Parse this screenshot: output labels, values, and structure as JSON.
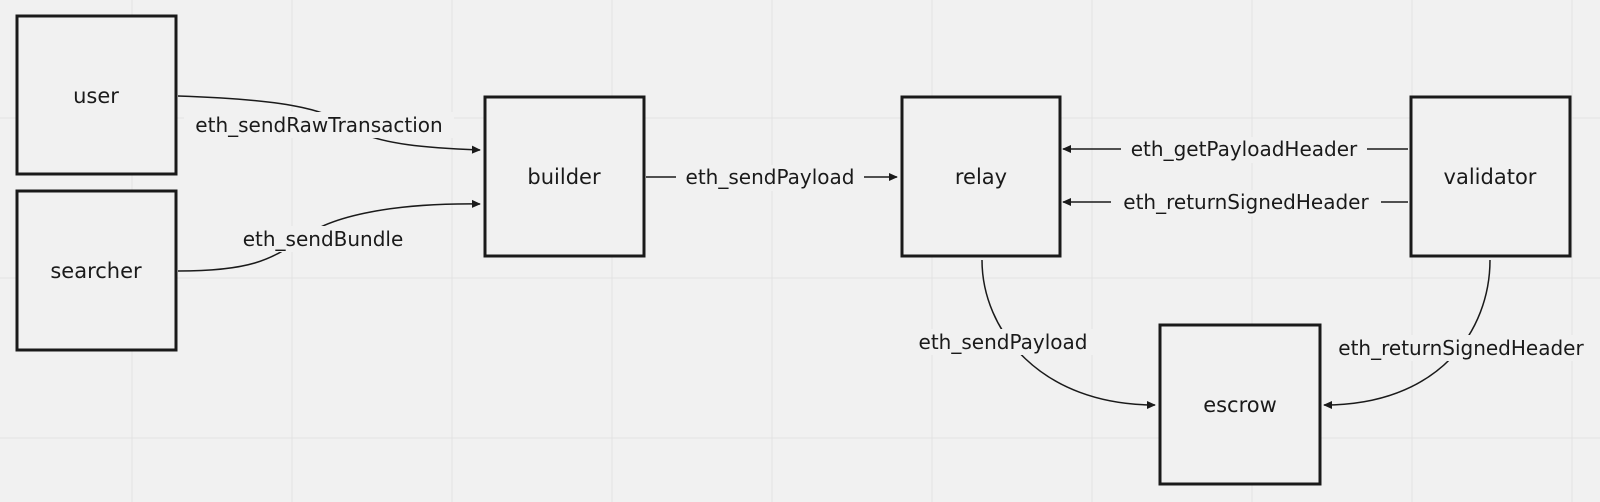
{
  "colors": {
    "background": "#f1f1f1",
    "grid": "#e2e2e2",
    "stroke": "#1a1a1a"
  },
  "nodes": {
    "user": "user",
    "searcher": "searcher",
    "builder": "builder",
    "relay": "relay",
    "validator": "validator",
    "escrow": "escrow"
  },
  "edges": {
    "user_to_builder": "eth_sendRawTransaction",
    "searcher_to_builder": "eth_sendBundle",
    "builder_to_relay": "eth_sendPayload",
    "validator_get_header": "eth_getPayloadHeader",
    "validator_return_header": "eth_returnSignedHeader",
    "relay_to_escrow": "eth_sendPayload",
    "validator_to_escrow": "eth_returnSignedHeader"
  }
}
